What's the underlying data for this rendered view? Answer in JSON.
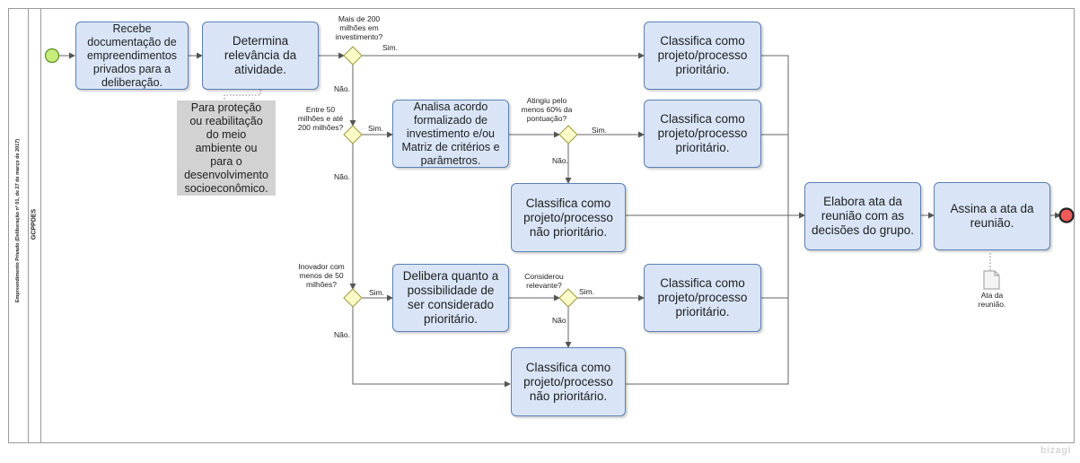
{
  "pool": {
    "label": "Empreendimento Privado (Deliberação nº 01, de 27 de março de 2017)",
    "lane": "GCPPDES"
  },
  "tasks": {
    "recebe": "Recebe\ndocumentação de\nempreendimentos\nprivados para a\ndeliberação.",
    "determina": "Determina\nrelevância da\natividade.",
    "analisa": "Analisa acordo\nformalizado de\ninvestimento e/ou\nMatriz de critérios e\nparâmetros.",
    "delibera": "Delibera quanto a\npossibilidade de\nser considerado\nprioritário.",
    "classifica_prioritario": "Classifica como\nprojeto/processo\nprioritário.",
    "classifica_nao_prioritario": "Classifica como\nprojeto/processo\nnão prioritário.",
    "elabora": "Elabora ata da\nreunião com as\ndecisões do grupo.",
    "assina": "Assina a ata da\nreunião."
  },
  "annotation": "Para proteção\nou reabilitação\ndo meio\nambiente ou\npara o\ndesenvolvimento\nsocioeconômico.",
  "gateways": {
    "g1": "Mais de 200\nmilhões em\ninvestimento?",
    "g2": "Entre 50\nmilhões e até\n200 milhões?",
    "g3": "Atingiu pelo\nmenos 60% da\npontuação?",
    "g4": "Inovador com\nmenos de 50\nmilhões?",
    "g5": "Considerou\nrelevante?"
  },
  "flow_labels": {
    "sim": "Sim.",
    "nao": "Não.",
    "nao_short": "Não"
  },
  "document": "Ata da\nreunião.",
  "logo": "bizagi",
  "colors": {
    "task_fill": "#d9e5f7",
    "task_border": "#5b7fb3",
    "gateway_fill": "#fbfbc8",
    "start_fill": "#c6ec7c",
    "end_fill": "#f05a5a"
  }
}
